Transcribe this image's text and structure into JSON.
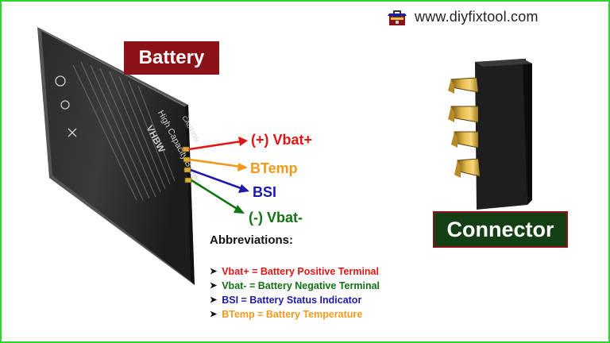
{
  "header": {
    "site_url": "www.diyfixtool.com"
  },
  "labels": {
    "battery_title": "Battery",
    "connector_title": "Connector"
  },
  "wires": [
    {
      "label": "(+) Vbat+",
      "color": "#e01616"
    },
    {
      "label": "BTemp",
      "color": "#f39a1c"
    },
    {
      "label": "BSI",
      "color": "#1d1aa8"
    },
    {
      "label": "(-) Vbat-",
      "color": "#127312"
    }
  ],
  "abbreviations": {
    "title": "Abbreviations",
    "items": [
      {
        "text": "Vbat+ = Battery Positive Terminal",
        "color": "#e01616"
      },
      {
        "text": "Vbat- = Battery Negative Terminal",
        "color": "#127312"
      },
      {
        "text": "BSI = Battery Status Indicator",
        "color": "#1d1aa8"
      },
      {
        "text": "BTemp = Battery Temperature",
        "color": "#f39a1c"
      }
    ]
  },
  "battery_print": {
    "brand": "VHBW",
    "type": "High Capacity Battery",
    "caution": "CAUTION"
  },
  "icons": {
    "site_logo": "toolbox-icon",
    "list_marker": "arrowhead-bullet-icon"
  }
}
